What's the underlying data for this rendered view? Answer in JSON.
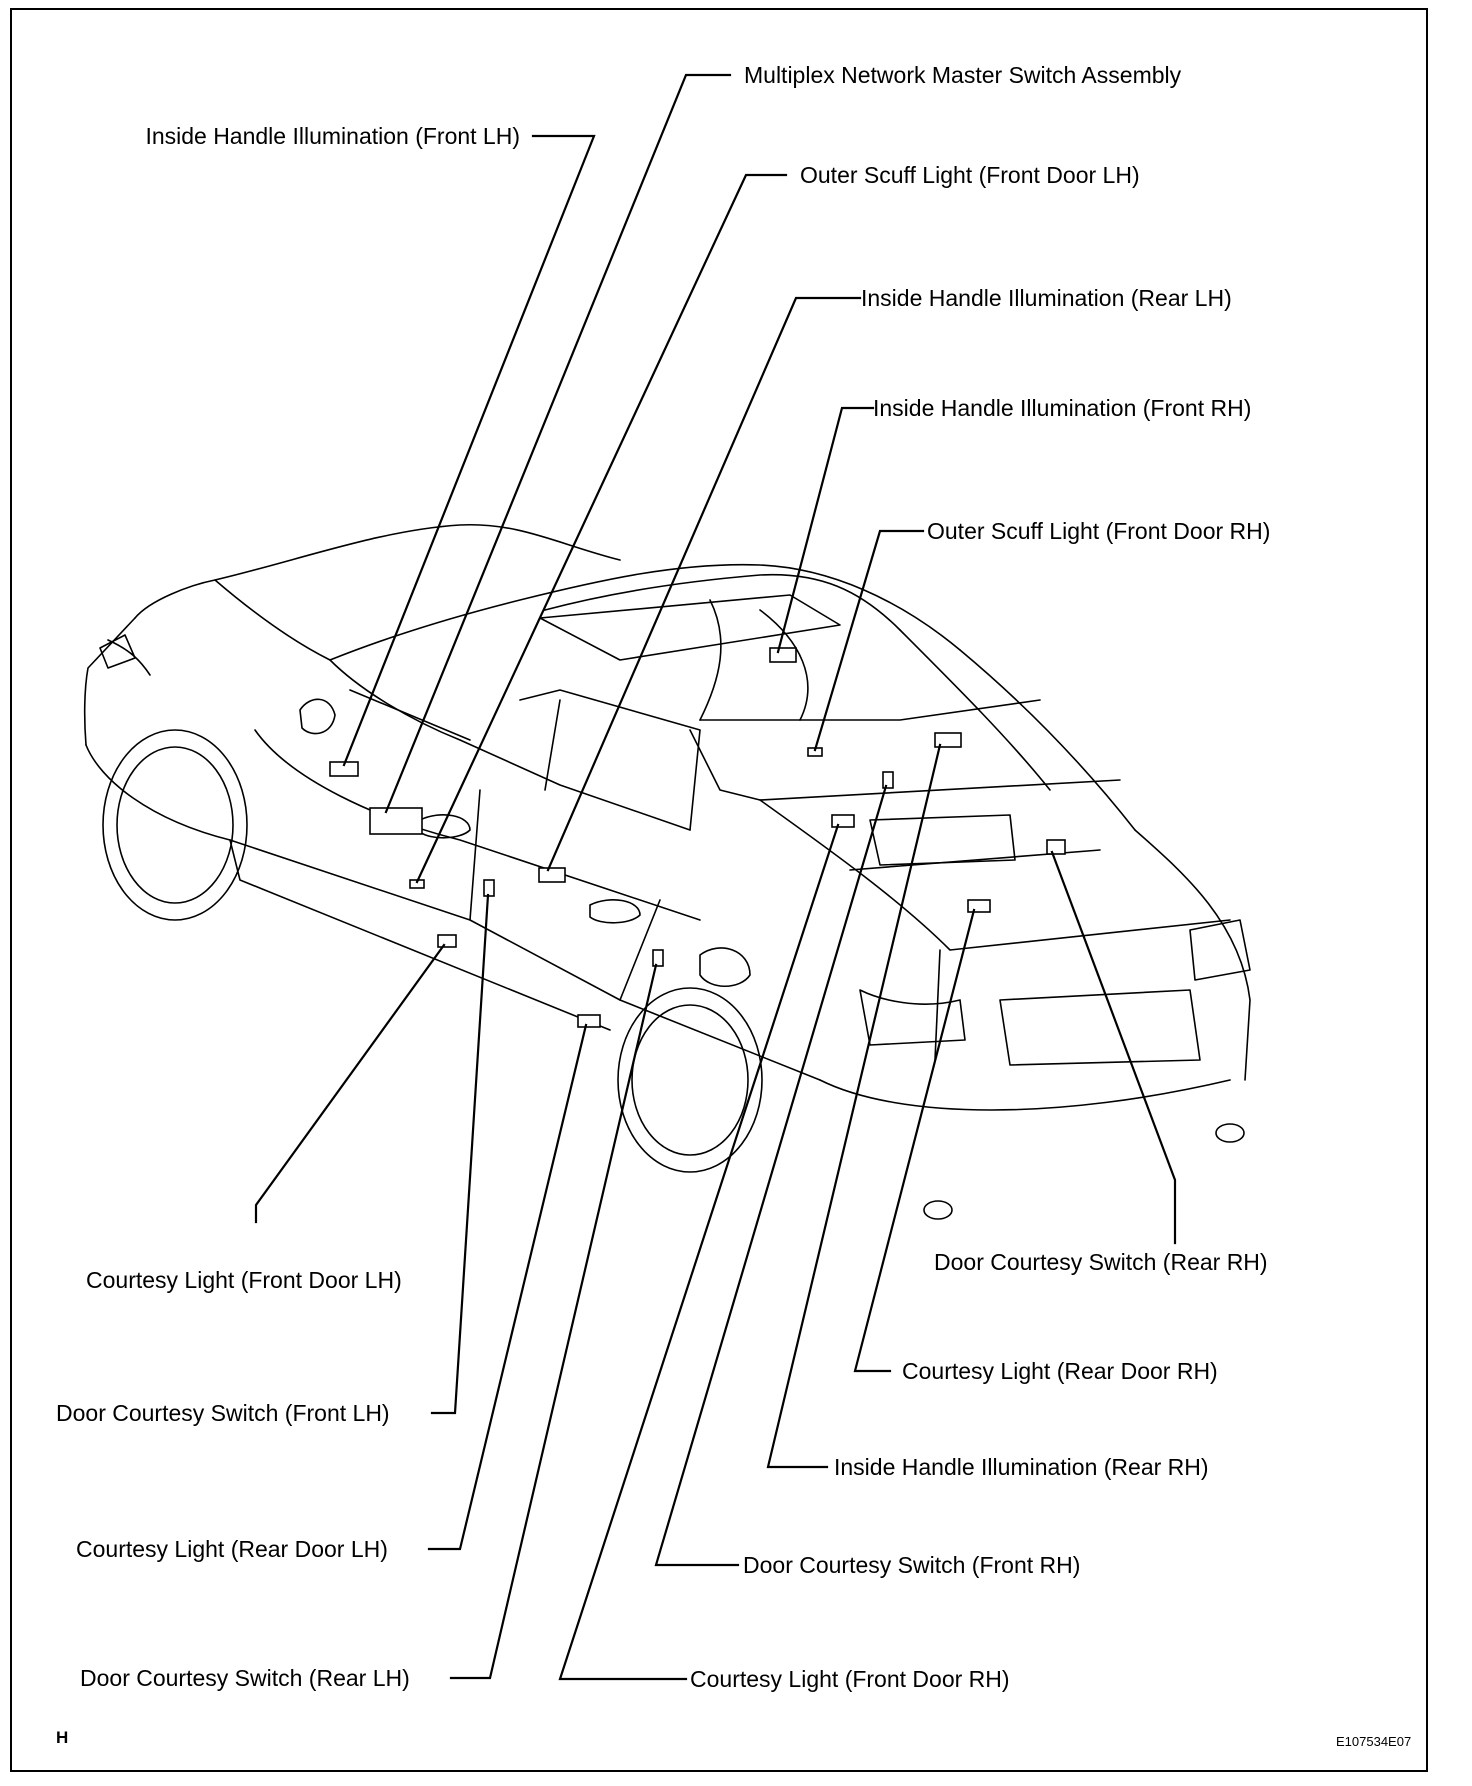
{
  "labels": {
    "multiplex_switch": "Multiplex Network Master Switch Assembly",
    "inside_handle_front_lh": "Inside Handle Illumination (Front LH)",
    "outer_scuff_front_lh": "Outer Scuff Light (Front Door LH)",
    "inside_handle_rear_lh": "Inside Handle Illumination (Rear LH)",
    "inside_handle_front_rh": "Inside Handle Illumination (Front RH)",
    "outer_scuff_front_rh": "Outer Scuff Light (Front Door RH)",
    "courtesy_light_front_lh": "Courtesy Light (Front Door LH)",
    "door_switch_front_lh": "Door Courtesy Switch (Front LH)",
    "courtesy_light_rear_lh": "Courtesy Light (Rear Door LH)",
    "door_switch_rear_lh": "Door Courtesy Switch (Rear LH)",
    "door_switch_rear_rh": "Door Courtesy Switch (Rear RH)",
    "courtesy_light_rear_rh": "Courtesy Light (Rear Door RH)",
    "inside_handle_rear_rh": "Inside Handle Illumination (Rear RH)",
    "door_switch_front_rh": "Door Courtesy Switch (Front RH)",
    "courtesy_light_front_rh": "Courtesy Light (Front Door RH)"
  },
  "corner_letter": "H",
  "figure_code": "E107534E07"
}
